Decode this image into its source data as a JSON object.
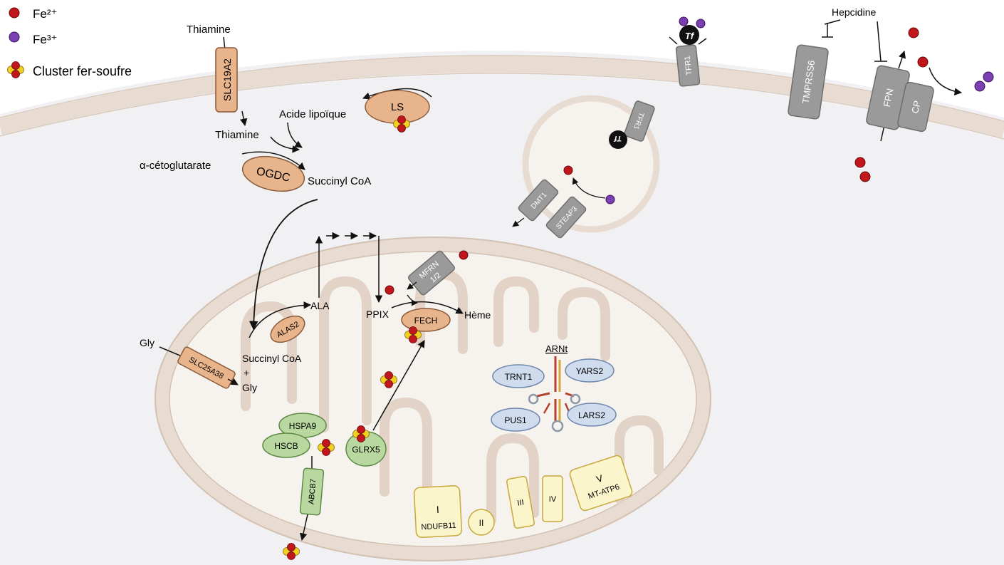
{
  "legend": {
    "fe2": "Fe²⁺",
    "fe3": "Fe³⁺",
    "cluster": "Cluster fer-soufre"
  },
  "colors": {
    "fe2": "#c0161c",
    "fe3": "#7a3fb0",
    "cluster_yellow": "#f0d020",
    "orange_fill": "#e8b48c",
    "orange_stroke": "#8a5a38",
    "grey_fill": "#9a9a9a",
    "grey_stroke": "#6e6e6e",
    "green_fill": "#b8d8a0",
    "green_stroke": "#5d8a44",
    "blue_fill": "#cfdcee",
    "blue_stroke": "#6e86ad",
    "yellow_fill": "#fbf5cc",
    "yellow_stroke": "#c8a83a",
    "membrane": "#e8dcd2"
  },
  "labels": {
    "thiamine_out": "Thiamine",
    "slc19a2": "SLC19A2",
    "thiamine_in": "Thiamine",
    "acide_lipoique": "Acide lipoïque",
    "ls": "LS",
    "alpha_ceto": "α-cétoglutarate",
    "ogdc": "OGDC",
    "succinyl_coa_top": "Succinyl CoA",
    "ala": "ALA",
    "ppix": "PPIX",
    "heme": "Hème",
    "fech": "FECH",
    "alas2": "ALAS2",
    "succinyl_coa_mito": "Succinyl CoA",
    "plus": "+",
    "gly_mito": "Gly",
    "gly_out": "Gly",
    "slc25a38": "SLC25A38",
    "mfrn_line1": "MFRN",
    "mfrn_line2": "1/2",
    "tfr1_membrane": "TFR1",
    "tf_membrane": "Tf",
    "tfr1_endo": "TFR1",
    "tf_endo": "Tf",
    "dmt1": "DMT1",
    "steap3": "STEAP3",
    "hepcidine": "Hepcidine",
    "tmprss6": "TMPRSS6",
    "fpn": "FPN",
    "cp": "CP",
    "arnt": "ARNt",
    "trnt1": "TRNT1",
    "yars2": "YARS2",
    "pus1": "PUS1",
    "lars2": "LARS2",
    "hspa9": "HSPA9",
    "hscb": "HSCB",
    "glrx5": "GLRX5",
    "abcb7": "ABCB7",
    "complex1": "I",
    "ndufb11": "NDUFB11",
    "complex2": "II",
    "complex3": "III",
    "complex4": "IV",
    "complex5": "V",
    "mtatp6": "MT-ATP6"
  }
}
